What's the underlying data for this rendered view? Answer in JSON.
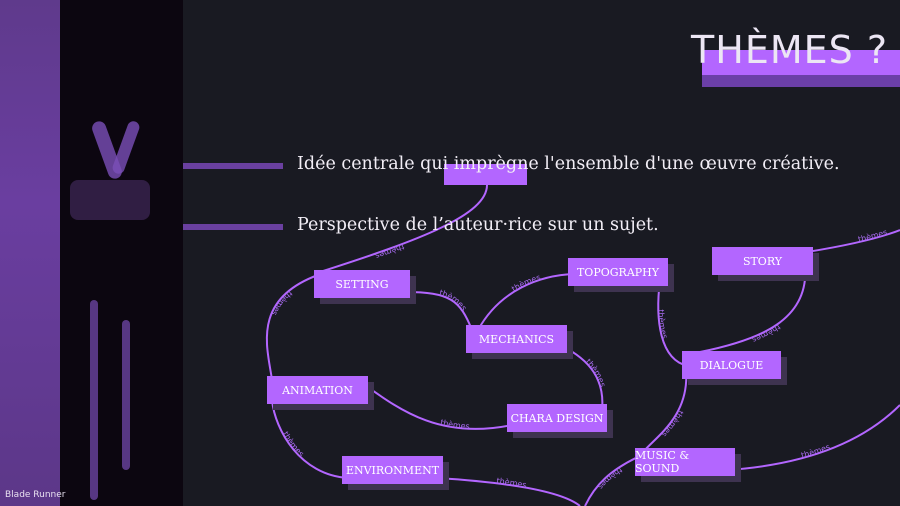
{
  "title": "THÈMES ?",
  "bullets": [
    "Idée centrale qui imprègne l'ensemble d'une œuvre créative.",
    "Perspective de l’auteur·rice sur un sujet."
  ],
  "image_caption": "Blade Runner",
  "nodes": {
    "setting": "SETTING",
    "topography": "TOPOGRAPHY",
    "story": "STORY",
    "mechanics": "MECHANICS",
    "dialogue": "DIALOGUE",
    "animation": "ANIMATION",
    "chara_design": "CHARA DESIGN",
    "environment": "ENVIRONMENT",
    "music_sound": "MUSIC & SOUND"
  },
  "edge_label": "thèmes",
  "colors": {
    "accent": "#b366ff",
    "background": "#191a22",
    "bar": "#6a40a0"
  }
}
